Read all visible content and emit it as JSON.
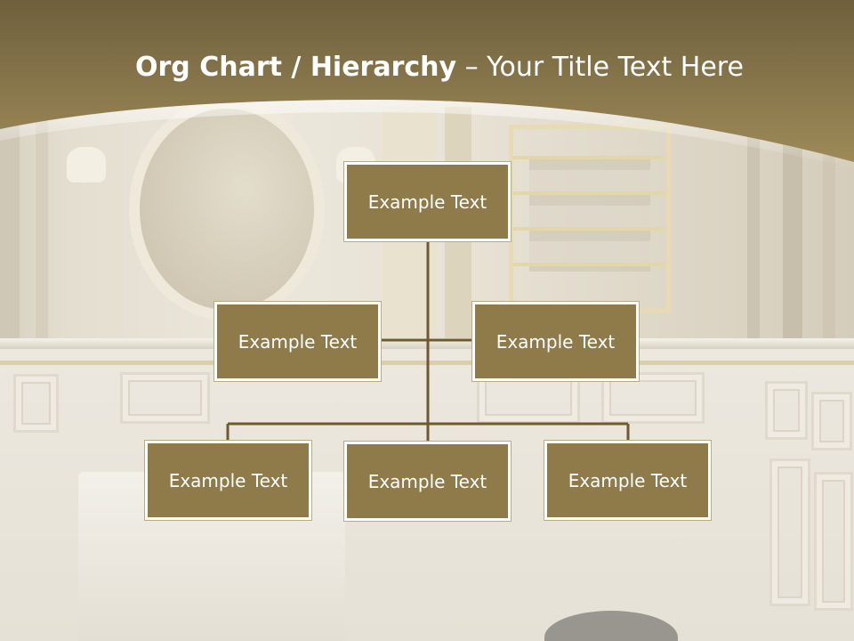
{
  "title": {
    "bold_part": "Org Chart / Hierarchy",
    "separator": " – ",
    "regular_part": "Your Title Text Here"
  },
  "colors": {
    "title_band": "#8f7a4a",
    "node_fill": "#8f7a4a",
    "node_border": "#ffffff",
    "connector": "#6e5a30",
    "text": "#ffffff"
  },
  "org_chart": {
    "root": "Example Text",
    "assistants": [
      "Example Text",
      "Example Text"
    ],
    "children": [
      "Example Text",
      "Example Text",
      "Example Text"
    ]
  }
}
